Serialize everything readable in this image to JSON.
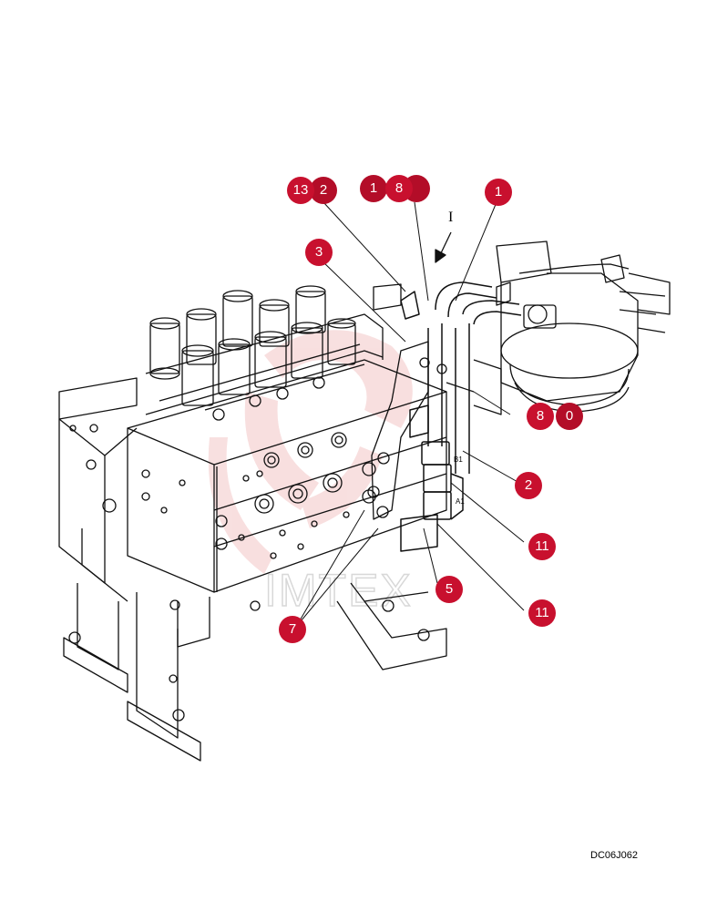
{
  "drawing": {
    "ref_code": "DC06J062",
    "view_letter": "I",
    "port_labels": [
      "B1",
      "A1"
    ],
    "watermark_text": "IMTEX",
    "accent_color": "#c8102e",
    "line_color": "#111111",
    "watermark_color": "#f3c6c6"
  },
  "callouts": [
    {
      "label": "13"
    },
    {
      "label": "2"
    },
    {
      "label": "1"
    },
    {
      "label": "8"
    },
    {
      "label": ""
    },
    {
      "label": "1"
    },
    {
      "label": "3"
    },
    {
      "label": "8"
    },
    {
      "label": "0"
    },
    {
      "label": "2"
    },
    {
      "label": "11"
    },
    {
      "label": "5"
    },
    {
      "label": "11"
    },
    {
      "label": "7"
    }
  ]
}
